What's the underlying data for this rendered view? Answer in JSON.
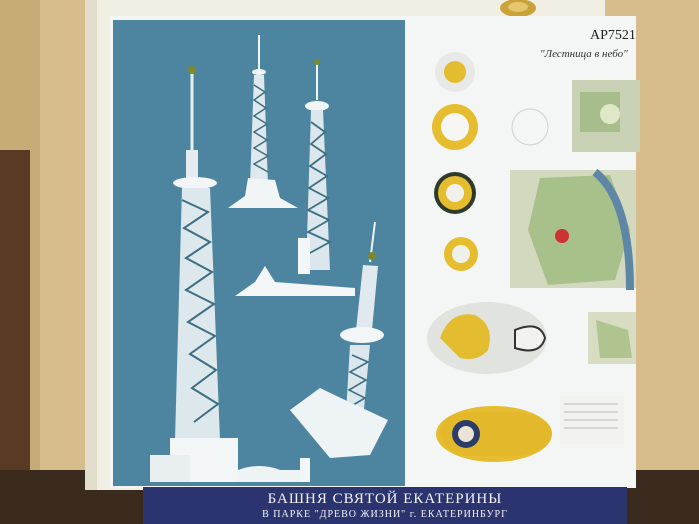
{
  "board": {
    "code": "АР7521",
    "motto": "\"Лестница в небо\"",
    "title": "БАШНЯ СВЯТОЙ ЕКАТЕРИНЫ",
    "subtitle": "В ПАРКЕ \"ДРЕВО ЖИЗНИ\" г. ЕКАТЕРИНБУРГ"
  },
  "colors": {
    "wall": "#d9c08e",
    "door": "#f2efe4",
    "board_left": "#4e86a0",
    "board_right": "#f4f6f5",
    "banner": "#2c3570",
    "plan_yellow": "#e8c232",
    "floor": "#3a2a1e"
  }
}
